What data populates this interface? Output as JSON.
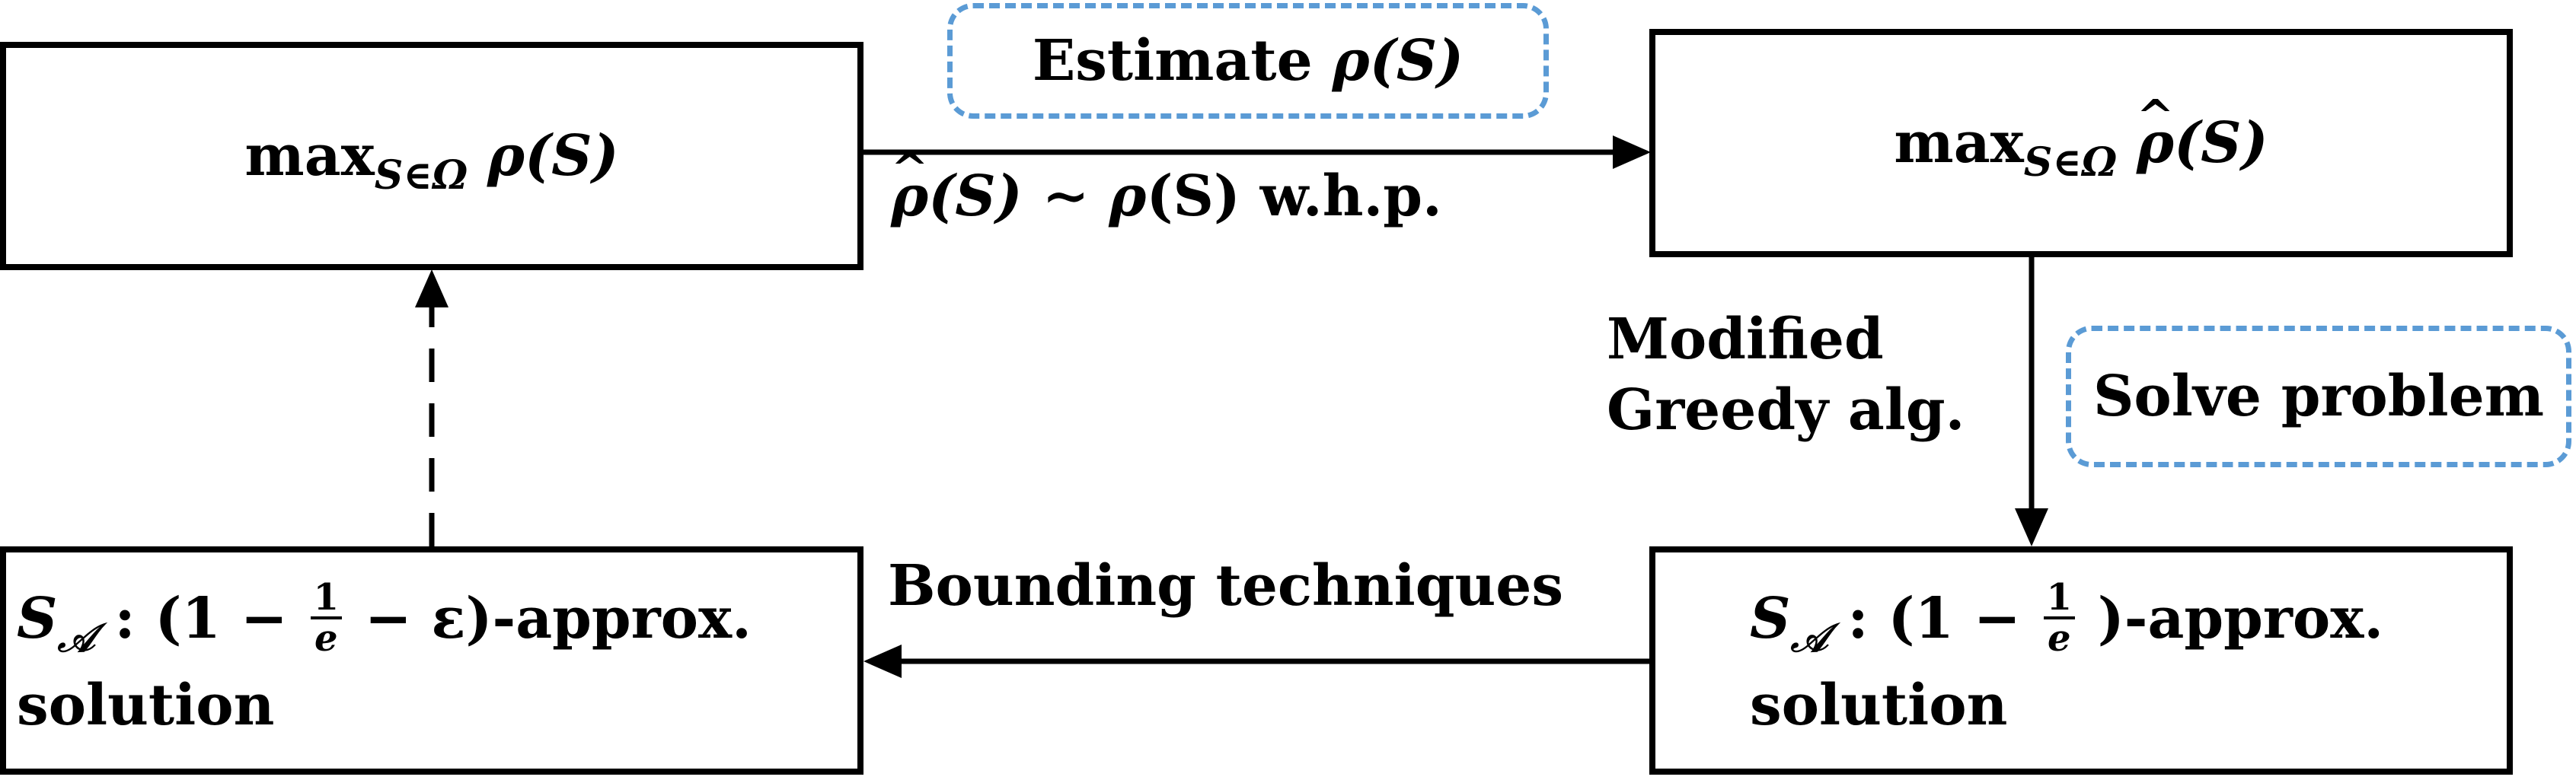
{
  "nodes": {
    "top_left": {
      "op": "max",
      "sub": "S∈Ω",
      "fn": "ρ",
      "arg": "(S)"
    },
    "top_right": {
      "op": "max",
      "sub": "S∈Ω",
      "fn": "ρ",
      "arg": "(S)"
    },
    "bottom_right": {
      "var": "S",
      "var_sub": "𝒜",
      "colon": ":",
      "expr_pre": "(1 −",
      "frac_num": "1",
      "frac_den": "e",
      "expr_post": ")-approx.",
      "line2": "solution"
    },
    "bottom_left": {
      "var": "S",
      "var_sub": "𝒜",
      "colon": ":",
      "expr_pre": "(1 −",
      "frac_num": "1",
      "frac_den": "e",
      "expr_mid": "− ε",
      "expr_post": ")-approx.",
      "line2": "solution"
    }
  },
  "edges": {
    "estimate": {
      "box_label_pre": "Estimate",
      "box_label_fn": "ρ",
      "box_label_arg": "(S)"
    },
    "estimate_note": {
      "hat_fn": "ρ",
      "pre_arg": "(S) ∼",
      "fn": "ρ",
      "post_arg": "(S) w.h.p."
    },
    "modified_greedy": {
      "line1": "Modified",
      "line2": "Greedy alg."
    },
    "solve_problem": {
      "label": "Solve problem"
    },
    "bounding": {
      "label": "Bounding techniques"
    }
  },
  "colors": {
    "stroke": "#000000",
    "accent_dashed": "#5b9bd5",
    "background": "#ffffff"
  }
}
